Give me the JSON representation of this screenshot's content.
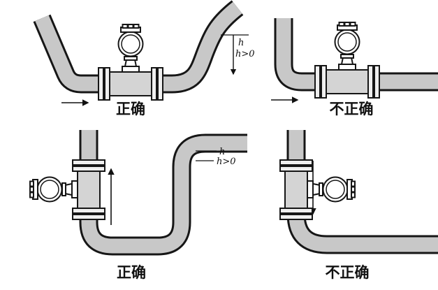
{
  "diagram": {
    "type": "flowmeter-installation-guide",
    "panels": {
      "top_left": {
        "label": "正确",
        "dim_h": "h",
        "dim_h_gt0": "h>0"
      },
      "top_right": {
        "label": "不正确"
      },
      "bottom_left": {
        "label": "正确",
        "dim_h": "h",
        "dim_h_gt0": "h>0"
      },
      "bottom_right": {
        "label": "不正确"
      }
    },
    "colors": {
      "pipe_fill": "#c8c8c8",
      "outline": "#161616",
      "meter_body": "#d4d4d4",
      "flange": "#efefef",
      "background": "#ffffff"
    }
  }
}
